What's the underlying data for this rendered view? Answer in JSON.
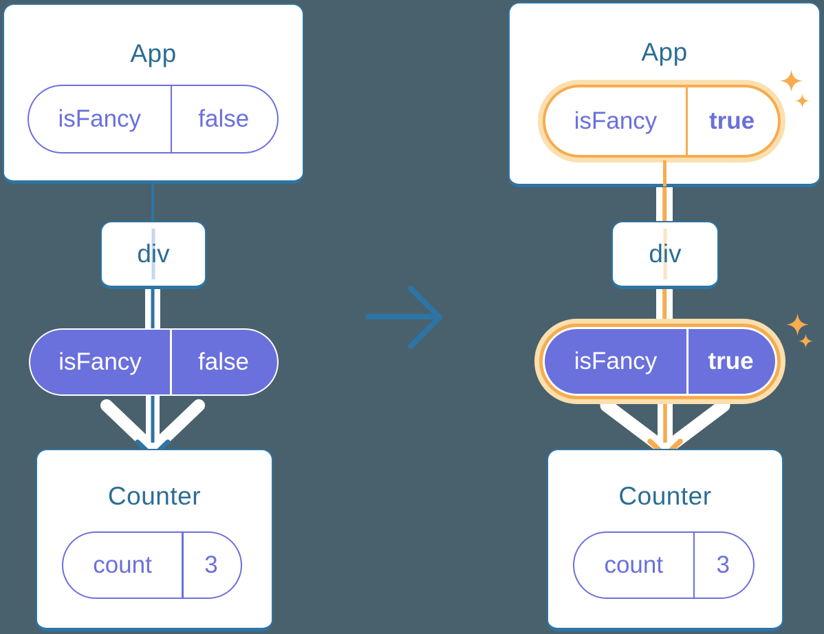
{
  "diagram": {
    "description_labels": {},
    "before": {
      "root": {
        "title": "App",
        "prop_name": "isFancy",
        "prop_value": "false"
      },
      "middle": {
        "title": "div"
      },
      "leaf": {
        "title": "Counter",
        "state_name": "count",
        "state_value": "3"
      }
    },
    "after": {
      "root": {
        "title": "App",
        "prop_name": "isFancy",
        "prop_value": "true"
      },
      "middle": {
        "title": "div"
      },
      "leaf": {
        "title": "Counter",
        "state_name": "count",
        "state_value": "3"
      }
    }
  },
  "colors": {
    "background": "#49616C",
    "card_border_and_lines": "#2E74A4",
    "title_text": "#2B6D94",
    "purple": "#6A70DC",
    "highlight_orange": "#F6AC4F",
    "highlight_orange_pale": "#FBDFAF",
    "through_line_blue": "#C7D7EE",
    "through_line_orange": "#FCE4C2",
    "white": "#FFFFFF"
  }
}
